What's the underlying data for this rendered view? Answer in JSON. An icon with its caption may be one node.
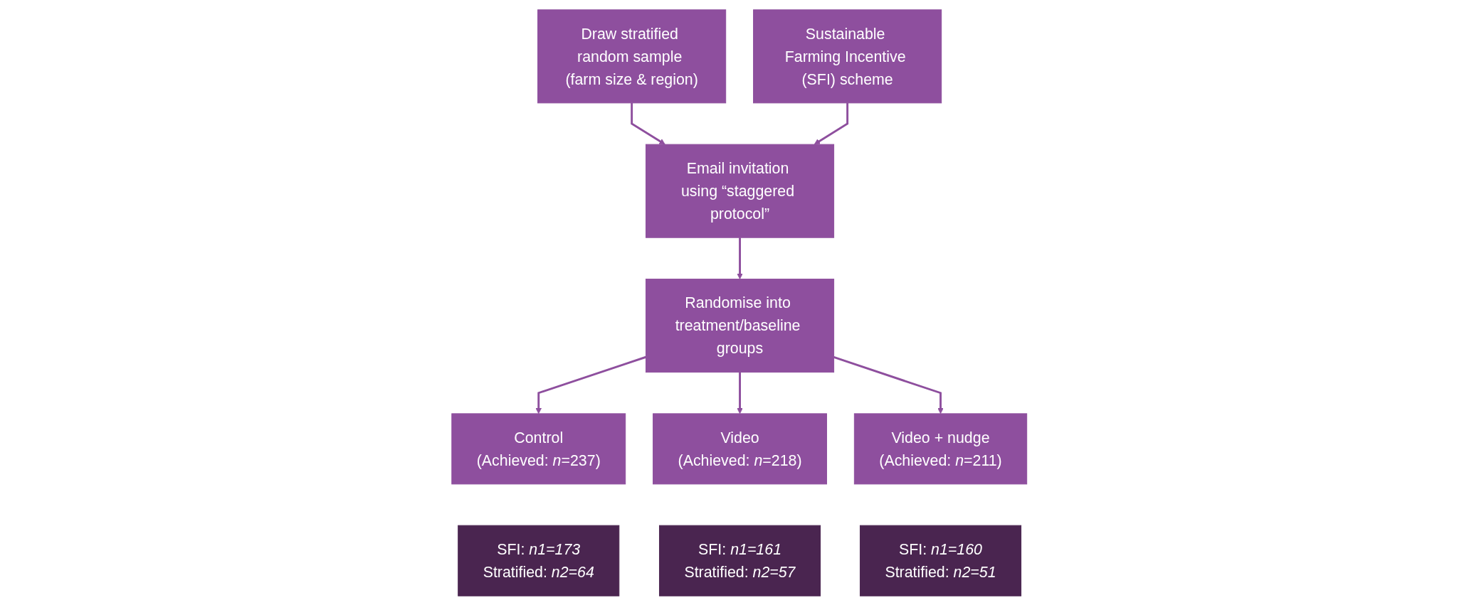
{
  "diagram": {
    "nodes": [
      {
        "text": [
          "Draw stratified random sample (farm size & region)"
        ]
      },
      {
        "text": [
          "Sustainable Farming Incentive (SFI) scheme"
        ]
      },
      {
        "text": [
          "Email invitation using “staggered protocol”"
        ]
      },
      {
        "text": [
          "Randomise into treatment/baseline groups"
        ]
      },
      {
        "text": [
          "Control",
          "(Achieved: *n*=237)"
        ]
      },
      {
        "text": [
          "Video",
          "(Achieved: *n*=218)"
        ]
      },
      {
        "text": [
          "Video + nudge",
          "(Achieved: *n*=211)"
        ]
      },
      {
        "text": [
          "SFI: *n1=173*",
          "Stratified: *n2=64*"
        ]
      },
      {
        "text": [
          "SFI: *n1=161*",
          "Stratified: *n2=57*"
        ]
      },
      {
        "text": [
          "SFI: *n1=160*",
          "Stratified: *n2=51*"
        ]
      }
    ],
    "edges": [
      {
        "from": 0,
        "to": 2,
        "arrow": "to"
      },
      {
        "from": 1,
        "to": 2,
        "arrow": "to"
      },
      {
        "from": 2,
        "to": 3,
        "arrow": "to"
      },
      {
        "from": 3,
        "to": 4,
        "arrow": "to"
      },
      {
        "from": 3,
        "to": 5,
        "arrow": "to"
      },
      {
        "from": 3,
        "to": 6,
        "arrow": "to"
      }
    ]
  }
}
